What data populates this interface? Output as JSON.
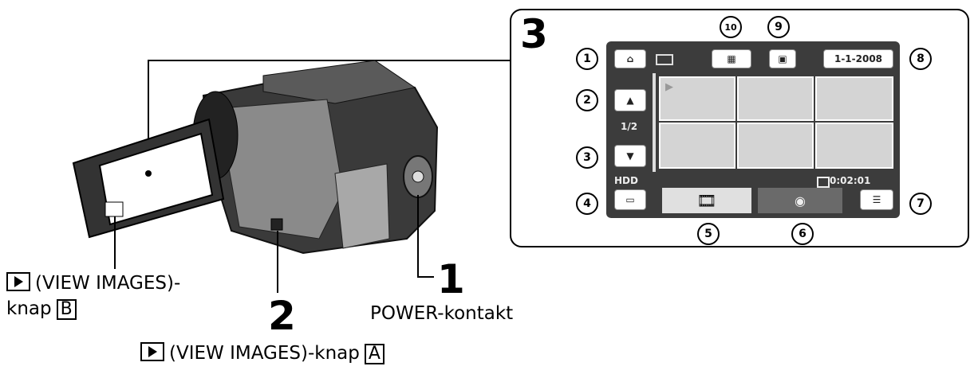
{
  "step_numbers": {
    "power": "1",
    "view_images": "2",
    "screen": "3"
  },
  "labels": {
    "power_switch": "POWER-kontakt",
    "view_images_b_line1": "(VIEW IMAGES)-",
    "view_images_b_line2": "knap",
    "view_images_b_key": "B",
    "view_images_a": "(VIEW IMAGES)-knap",
    "view_images_a_key": "A"
  },
  "screen": {
    "date_button": "1-1-2008",
    "page_indicator": "1/2",
    "media_label": "HDD",
    "time_readout": "0:02:01",
    "callouts": [
      "1",
      "2",
      "3",
      "4",
      "5",
      "6",
      "7",
      "8",
      "9",
      "10"
    ]
  },
  "colors": {
    "lcd_background": "#3c3c3c",
    "thumbnail": "#d4d4d4"
  }
}
